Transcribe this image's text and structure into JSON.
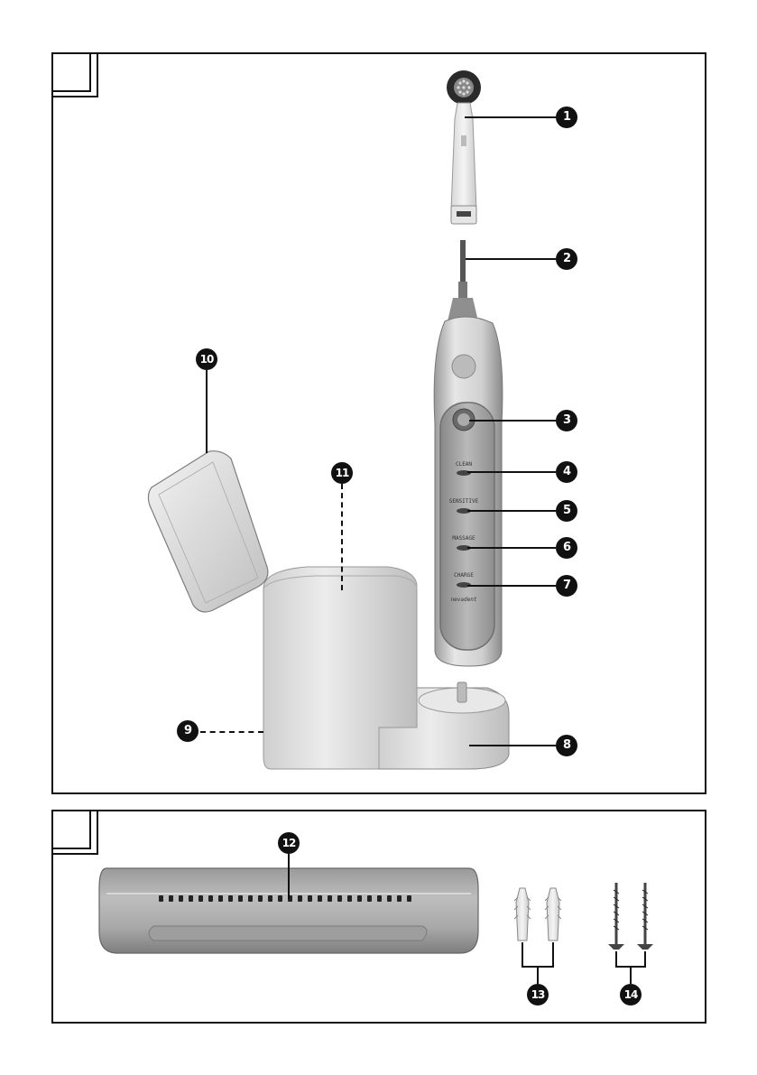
{
  "figure1": {
    "callouts": [
      "1",
      "2",
      "3",
      "4",
      "5",
      "6",
      "7",
      "8",
      "9",
      "10",
      "11"
    ],
    "button_labels": [
      "CLEAN",
      "SENSITIVE",
      "MASSAGE",
      "CHARGE"
    ],
    "brand_text": "nevadent"
  },
  "figure2": {
    "callouts": [
      "12",
      "13",
      "14"
    ]
  }
}
